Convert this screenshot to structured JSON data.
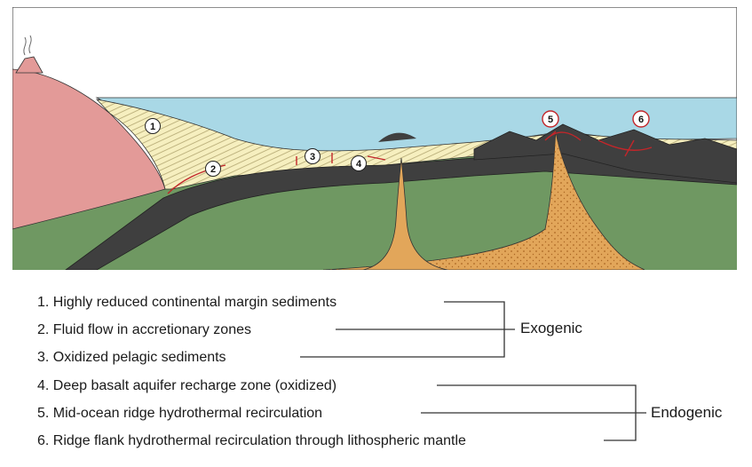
{
  "markers": [
    {
      "num": "1",
      "label": "Highly reduced continental margin sediments",
      "legend_text": "1. Highly reduced continental margin sediments"
    },
    {
      "num": "2",
      "label": "Fluid flow in accretionary zones",
      "legend_text": "2. Fluid flow in accretionary zones"
    },
    {
      "num": "3",
      "label": "Oxidized pelagic sediments",
      "legend_text": "3. Oxidized pelagic sediments"
    },
    {
      "num": "4",
      "label": "Deep basalt aquifer recharge zone (oxidized)",
      "legend_text": "4. Deep basalt aquifer recharge zone (oxidized)"
    },
    {
      "num": "5",
      "label": "Mid-ocean ridge hydrothermal recirculation",
      "legend_text": "5. Mid-ocean ridge hydrothermal recirculation"
    },
    {
      "num": "6",
      "label": "Ridge flank hydrothermal recirculation through lithospheric mantle",
      "legend_text": "6. Ridge flank hydrothermal recirculation through lithospheric mantle"
    }
  ],
  "groups": {
    "exogenic": "Exogenic",
    "endogenic": "Endogenic"
  },
  "colors": {
    "sky": "#ffffff",
    "ocean": "#a9d8e6",
    "continental_crust": "#e39a98",
    "sediments": "#f6efbf",
    "oceanic_plate": "#3f3f3f",
    "mantle": "#6f9862",
    "upwelling": "#e2a65a",
    "fluid_path": "#c2262a"
  }
}
